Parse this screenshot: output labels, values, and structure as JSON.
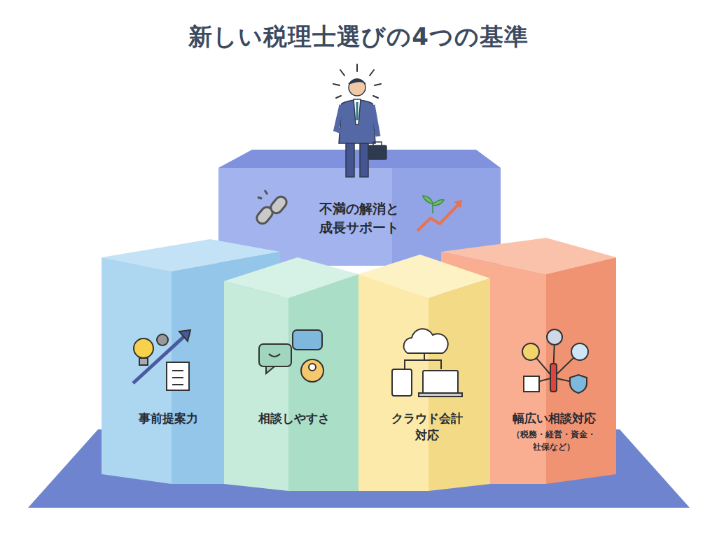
{
  "diagram": {
    "title": "新しい税理士選びの4つの基準",
    "nodes": [
      {
        "text": [
          "不満の解消と 成長サポート"
        ]
      },
      {
        "text": [
          "事前提案力"
        ]
      },
      {
        "text": [
          "相談しやすさ"
        ]
      },
      {
        "text": [
          "クラウド会計 対応"
        ]
      },
      {
        "text": [
          "幅広い相談対応",
          "（税務・経営・資金・ 社保など）"
        ]
      }
    ]
  }
}
